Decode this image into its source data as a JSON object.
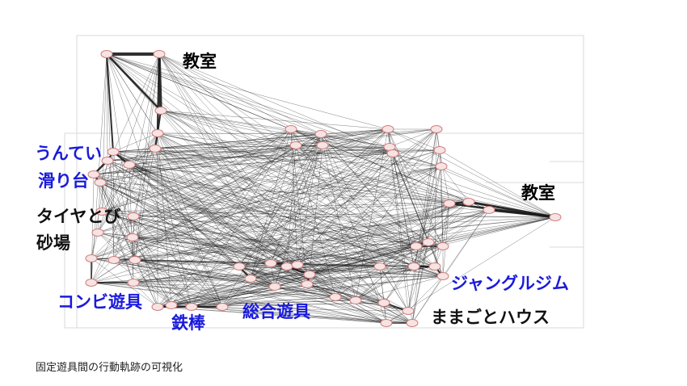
{
  "caption": "固定遊具間の行動軌跡の可視化",
  "labels": [
    {
      "id": "classroom-top",
      "text": "教室",
      "color": "black"
    },
    {
      "id": "classroom-right",
      "text": "教室",
      "color": "black"
    },
    {
      "id": "suntei",
      "text": "うんてい",
      "color": "blue"
    },
    {
      "id": "slide",
      "text": "滑り台",
      "color": "blue"
    },
    {
      "id": "tire-jump",
      "text": "タイヤとび",
      "color": "black"
    },
    {
      "id": "sandbox",
      "text": "砂場",
      "color": "black"
    },
    {
      "id": "combi",
      "text": "コンビ遊具",
      "color": "blue"
    },
    {
      "id": "tetsubo",
      "text": "鉄棒",
      "color": "blue"
    },
    {
      "id": "sogo",
      "text": "総合遊具",
      "color": "blue"
    },
    {
      "id": "jungle",
      "text": "ジャングルジム",
      "color": "blue"
    },
    {
      "id": "mamagoto",
      "text": "ままごとハウス",
      "color": "black"
    }
  ],
  "colors": {
    "node_fill": "#f6e3e3",
    "node_stroke": "#d07878",
    "edge": "#1a1a1a",
    "label_blue": "#1a1adc"
  }
}
